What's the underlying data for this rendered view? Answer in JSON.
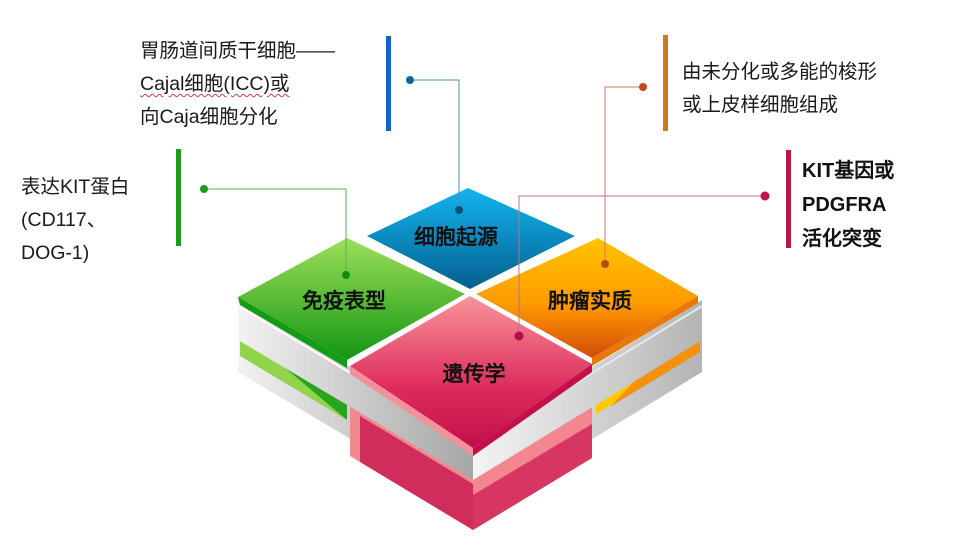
{
  "quadrants": {
    "top": {
      "label": "细胞起源",
      "color": "#0aa0e0",
      "dark": "#045d8f"
    },
    "left": {
      "label": "免疫表型",
      "color": "#6cc82c",
      "dark": "#169b16"
    },
    "right": {
      "label": "肿瘤实质",
      "color": "#ffb300",
      "dark": "#d4500a"
    },
    "bottom": {
      "label": "遗传学",
      "color": "#f4848c",
      "dark": "#c8104c"
    }
  },
  "annotations": {
    "cell_origin": {
      "lines": [
        "胃肠道间质干细胞——",
        "Cajal细胞(ICC)或",
        "向Caja细胞分化"
      ],
      "accent": "#1464c8"
    },
    "immunophenotype": {
      "lines": [
        "表达KIT蛋白",
        "(CD117、",
        "DOG-1)"
      ],
      "accent": "#1e9a1e"
    },
    "tumor_parenchyma": {
      "lines": [
        "由未分化或多能的梭形",
        "或上皮样细胞组成"
      ],
      "accent": "#cc7a1a"
    },
    "genetics": {
      "lines": [
        "KIT基因或",
        "PDGFRA",
        "活化突变"
      ],
      "accent": "#b8184c"
    }
  }
}
